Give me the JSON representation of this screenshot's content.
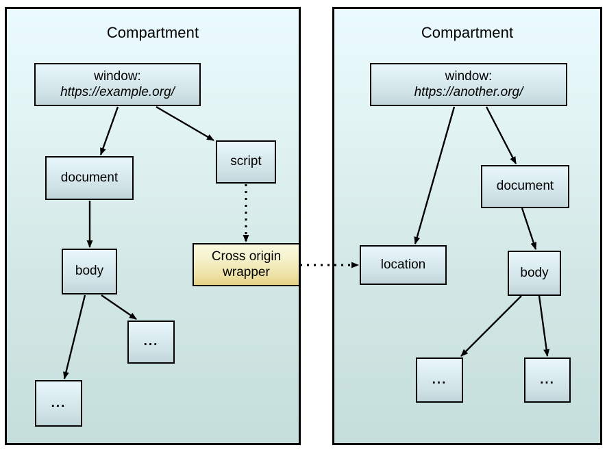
{
  "diagram": {
    "title_left": "Compartment",
    "title_right": "Compartment",
    "colors": {
      "compartment_fill_top": "#eafaff",
      "compartment_fill_bottom": "#c5dedb",
      "node_fill_top": "#e8f7fb",
      "node_fill_bottom": "#c2d7db",
      "wrapper_fill_top": "#fbfae1",
      "wrapper_fill_bottom": "#e3d184",
      "stroke": "#000000",
      "page_background": "#ffffff"
    }
  },
  "left_compartment": {
    "title": "Compartment",
    "nodes": {
      "window": {
        "line1": "window:",
        "line2": "https://example.org/"
      },
      "document": {
        "label": "document"
      },
      "script": {
        "label": "script"
      },
      "body": {
        "label": "body"
      },
      "ellipsis_a": {
        "label": "..."
      },
      "ellipsis_b": {
        "label": "..."
      },
      "cross_origin_wrapper": {
        "line1": "Cross origin",
        "line2": "wrapper"
      }
    }
  },
  "right_compartment": {
    "title": "Compartment",
    "nodes": {
      "window": {
        "line1": "window:",
        "line2": "https://another.org/"
      },
      "document": {
        "label": "document"
      },
      "location": {
        "label": "location"
      },
      "body": {
        "label": "body"
      },
      "ellipsis_a": {
        "label": "..."
      },
      "ellipsis_b": {
        "label": "..."
      }
    }
  },
  "edges": [
    {
      "from": "left.window",
      "to": "left.document",
      "style": "solid"
    },
    {
      "from": "left.window",
      "to": "left.script",
      "style": "solid"
    },
    {
      "from": "left.document",
      "to": "left.body",
      "style": "solid"
    },
    {
      "from": "left.body",
      "to": "left.ellipsis_b",
      "style": "solid"
    },
    {
      "from": "left.body",
      "to": "left.ellipsis_a",
      "style": "solid"
    },
    {
      "from": "left.script",
      "to": "left.cross_origin_wrapper",
      "style": "dotted"
    },
    {
      "from": "left.cross_origin_wrapper",
      "to": "right.location",
      "style": "dotted"
    },
    {
      "from": "right.window",
      "to": "right.location",
      "style": "solid"
    },
    {
      "from": "right.window",
      "to": "right.document",
      "style": "solid"
    },
    {
      "from": "right.document",
      "to": "right.body",
      "style": "solid"
    },
    {
      "from": "right.body",
      "to": "right.ellipsis_a",
      "style": "solid"
    },
    {
      "from": "right.body",
      "to": "right.ellipsis_b",
      "style": "solid"
    }
  ]
}
